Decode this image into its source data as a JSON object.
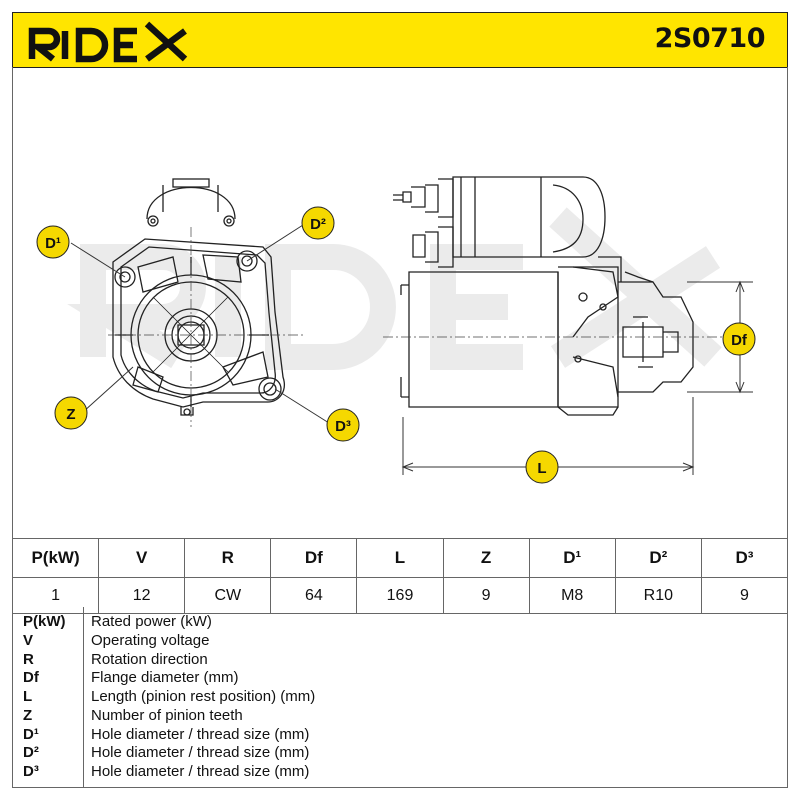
{
  "header": {
    "brand": "RIDEX",
    "part_number": "2S0710",
    "background_color": "#ffe500"
  },
  "drawing": {
    "watermark": "RIDEX",
    "callouts": {
      "d1": "D¹",
      "d2": "D²",
      "d3": "D³",
      "z": "Z",
      "df": "Df",
      "l": "L"
    },
    "callout_color": "#f5d800"
  },
  "spec_table": {
    "headers": [
      "P(kW)",
      "V",
      "R",
      "Df",
      "L",
      "Z",
      "D¹",
      "D²",
      "D³"
    ],
    "values": [
      "1",
      "12",
      "CW",
      "64",
      "169",
      "9",
      "M8",
      "R10",
      "9"
    ]
  },
  "legend": [
    {
      "abbr": "P(kW)",
      "desc": "Rated power (kW)"
    },
    {
      "abbr": "V",
      "desc": "Operating voltage"
    },
    {
      "abbr": "R",
      "desc": "Rotation direction"
    },
    {
      "abbr": "Df",
      "desc": "Flange diameter (mm)"
    },
    {
      "abbr": "L",
      "desc": "Length (pinion rest position) (mm)"
    },
    {
      "abbr": "Z",
      "desc": "Number of pinion teeth"
    },
    {
      "abbr": "D¹",
      "desc": "Hole diameter / thread size (mm)"
    },
    {
      "abbr": "D²",
      "desc": "Hole diameter / thread size (mm)"
    },
    {
      "abbr": "D³",
      "desc": "Hole diameter / thread size (mm)"
    }
  ]
}
